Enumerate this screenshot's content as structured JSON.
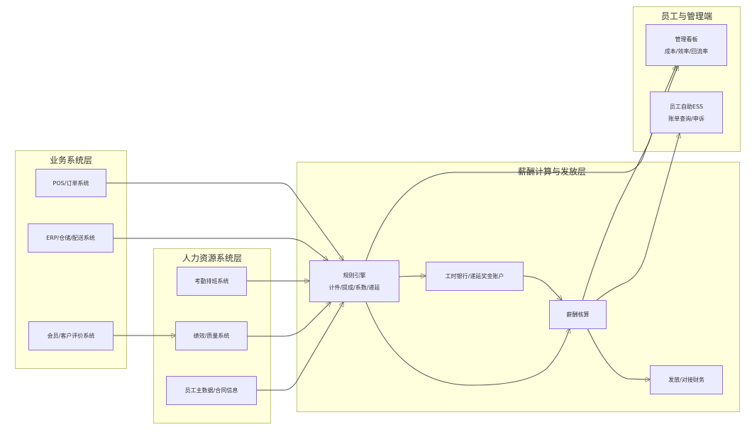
{
  "clusters": {
    "business": {
      "title": "业务系统层"
    },
    "hr": {
      "title": "人力资源系统层"
    },
    "payroll": {
      "title": "薪酬计算与发放层"
    },
    "staff": {
      "title": "员工与管理端"
    }
  },
  "nodes": {
    "pos": {
      "lines": [
        "POS/订单系统"
      ]
    },
    "erp": {
      "lines": [
        "ERP/仓储/配送系统"
      ]
    },
    "member": {
      "lines": [
        "会员/客户评价系统"
      ]
    },
    "attendance": {
      "lines": [
        "考勤排班系统"
      ]
    },
    "performance": {
      "lines": [
        "绩效/质量系统"
      ]
    },
    "employee_master": {
      "lines": [
        "员工主数据/合同信息"
      ]
    },
    "rules": {
      "lines": [
        "规则引擎",
        "计件/提成/系数/递延"
      ]
    },
    "timebank": {
      "lines": [
        "工时银行/递延奖金账户"
      ]
    },
    "calc": {
      "lines": [
        "薪酬核算"
      ]
    },
    "payout": {
      "lines": [
        "发放/对接财务"
      ]
    },
    "dashboard": {
      "lines": [
        "管理看板",
        "成本/效率/回流率"
      ]
    },
    "ess": {
      "lines": [
        "员工自助ESS",
        "账单查询/申诉"
      ]
    }
  },
  "edges": [
    {
      "from": "pos",
      "to": "rules"
    },
    {
      "from": "erp",
      "to": "rules"
    },
    {
      "from": "attendance",
      "to": "rules"
    },
    {
      "from": "performance",
      "to": "rules"
    },
    {
      "from": "employee_master",
      "to": "rules"
    },
    {
      "from": "member",
      "to": "performance"
    },
    {
      "from": "rules",
      "to": "timebank"
    },
    {
      "from": "timebank",
      "to": "calc"
    },
    {
      "from": "rules",
      "to": "calc"
    },
    {
      "from": "rules",
      "to": "dashboard"
    },
    {
      "from": "calc",
      "to": "dashboard"
    },
    {
      "from": "calc",
      "to": "ess"
    },
    {
      "from": "calc",
      "to": "payout"
    }
  ],
  "colors": {
    "cluster_fill": "#ffffde",
    "cluster_border": "#c4c480",
    "node_fill": "#ececff",
    "node_border": "#9370db",
    "edge": "#333333"
  }
}
